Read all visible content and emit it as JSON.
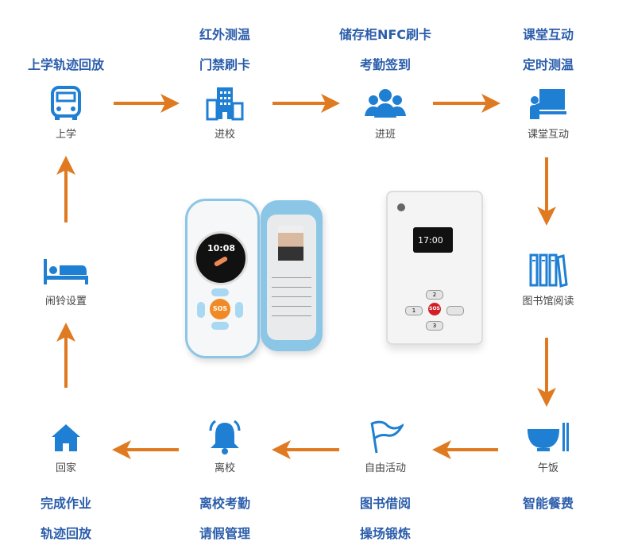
{
  "colors": {
    "accent_blue": "#1f7fd3",
    "text_blue": "#2b5dab",
    "arrow_orange": "#e07a20"
  },
  "nodes": [
    {
      "id": "school-go",
      "label": "上学",
      "icon": "bus-icon",
      "features": [
        "上学轨迹回放"
      ]
    },
    {
      "id": "enter-school",
      "label": "进校",
      "icon": "building-icon",
      "features": [
        "红外测温",
        "门禁刷卡"
      ]
    },
    {
      "id": "enter-class",
      "label": "进班",
      "icon": "group-icon",
      "features": [
        "储存柜NFC刷卡",
        "考勤签到"
      ]
    },
    {
      "id": "class-interaction",
      "label": "课堂互动",
      "icon": "classroom-icon",
      "features": [
        "课堂互动",
        "定时测温"
      ]
    },
    {
      "id": "library",
      "label": "图书馆阅读",
      "icon": "books-icon",
      "features": []
    },
    {
      "id": "lunch",
      "label": "午饭",
      "icon": "bowl-icon",
      "features": [
        "智能餐费"
      ]
    },
    {
      "id": "free-activity",
      "label": "自由活动",
      "icon": "flag-icon",
      "features": [
        "图书借阅",
        "操场锻炼"
      ]
    },
    {
      "id": "leave-school",
      "label": "离校",
      "icon": "bell-icon",
      "features": [
        "离校考勤",
        "请假管理"
      ]
    },
    {
      "id": "go-home",
      "label": "回家",
      "icon": "home-icon",
      "features": [
        "完成作业",
        "轨迹回放"
      ]
    },
    {
      "id": "alarm",
      "label": "闹铃设置",
      "icon": "bed-icon",
      "features": []
    }
  ],
  "devices": {
    "watch_time": "10:08",
    "sos": "SOS",
    "card_time": "17:00",
    "keys": [
      "1",
      "2",
      "3"
    ]
  }
}
